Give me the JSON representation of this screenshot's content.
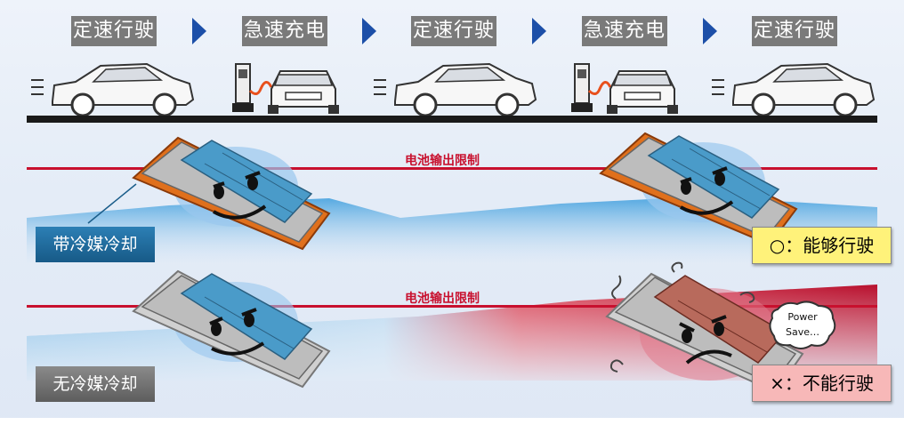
{
  "phases": [
    "定速行驶",
    "急速充电",
    "定速行驶",
    "急速充电",
    "定速行驶"
  ],
  "limit_label": "电池输出限制",
  "rows": {
    "cooled": {
      "tag": "带冷媒冷却",
      "result": "○：能够行驶"
    },
    "uncooled": {
      "tag": "无冷媒冷却",
      "result": "×：不能行驶",
      "bubble": [
        "Power",
        "Save…"
      ]
    }
  },
  "colors": {
    "limit_line": "#c8102e",
    "arrow": "#1c4fa8",
    "ok_result_bg": "#fff27a",
    "ng_result_bg": "#f7b8b8"
  }
}
